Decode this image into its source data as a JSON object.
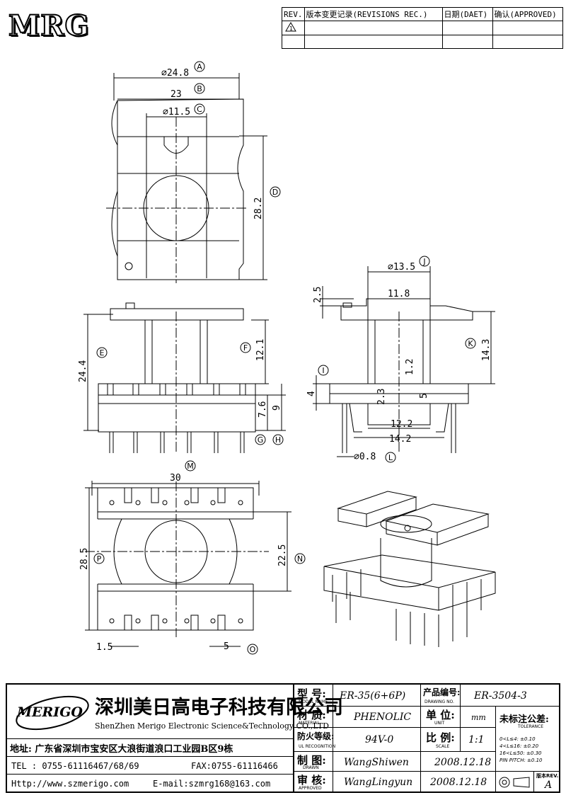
{
  "logo": {
    "text": "MRG"
  },
  "revision_table": {
    "headers": [
      "REV.",
      "版本变更记录(REVISIONS REC.)",
      "日期(DAET)",
      "确认(APPROVED)"
    ],
    "rows": [
      [
        "1",
        "",
        "",
        ""
      ],
      [
        "",
        "",
        "",
        ""
      ]
    ]
  },
  "dimensions": {
    "A": {
      "letter": "A",
      "value": "⌀24.8"
    },
    "B": {
      "letter": "B",
      "value": "23"
    },
    "C": {
      "letter": "C",
      "value": "⌀11.5"
    },
    "D": {
      "letter": "D",
      "value": "28.2"
    },
    "E": {
      "letter": "E",
      "value": "24.4"
    },
    "F": {
      "letter": "F",
      "value": "12.1"
    },
    "G": {
      "letter": "G",
      "value": "7.6"
    },
    "H": {
      "letter": "H",
      "value": "9"
    },
    "I": {
      "letter": "I",
      "value": "4"
    },
    "J": {
      "letter": "J",
      "value": "⌀13.5"
    },
    "K": {
      "letter": "K",
      "value": "14.3"
    },
    "L": {
      "letter": "L",
      "value": "⌀0.8"
    },
    "M": {
      "letter": "M",
      "value": "30"
    },
    "N": {
      "letter": "N",
      "value": "22.5"
    },
    "O": {
      "letter": "O",
      "value": "5"
    },
    "P": {
      "letter": "P",
      "value": "28.5"
    },
    "extra": {
      "d25": "2.5",
      "d118": "11.8",
      "d12": "1.2",
      "d23": "2.3",
      "d5": "5",
      "d122": "12.2",
      "d142": "14.2",
      "d15": "1.5"
    }
  },
  "title_block": {
    "company_logo": "MERIGO",
    "company_cn": "深圳美日高电子科技有限公司",
    "company_en": "ShenZhen Merigo Electronic Science&Technology CO.,LTD",
    "address": "地址: 广东省深圳市宝安区大浪街道浪口工业园B区9栋",
    "tel": "TEL : 0755-61116467/68/69",
    "fax": "FAX:0755-61116466",
    "http": "Http://www.szmerigo.com",
    "email": "E-mail:szmrg168@163.com",
    "model_label": "型 号:",
    "model_sub": "MODEL NAME",
    "model_value": "ER-35(6+6P)",
    "drawing_label": "产品编号:",
    "drawing_sub": "DRAWING NO.",
    "drawing_value": "ER-3504-3",
    "material_label": "材 质:",
    "material_sub": "MATERIAL",
    "material_value": "PHENOLIC",
    "unit_label": "单 位:",
    "unit_sub": "UNIT",
    "unit_value": "mm",
    "fire_label": "防火等级:",
    "fire_sub": "UL RECOGNITION",
    "fire_value": "94V-0",
    "scale_label": "比 例:",
    "scale_sub": "SCALE",
    "scale_value": "1:1",
    "drawn_label": "制 图:",
    "drawn_sub": "DRAWN",
    "drawn_value": "WangShiwen",
    "drawn_date": "2008.12.18",
    "approved_label": "审 核:",
    "approved_sub": "APPROVED",
    "approved_value": "WangLingyun",
    "approved_date": "2008.12.18",
    "tol_title": "未标注公差:",
    "tol_sub": "TOLERANCE",
    "tolerances": [
      "0<L≤4:  ±0.10",
      "4<L≤16: ±0.20",
      "16<L≤50: ±0.30",
      "PIN PITCH: ±0.10"
    ],
    "rev_label": "版本REV.",
    "rev_value": "A"
  }
}
